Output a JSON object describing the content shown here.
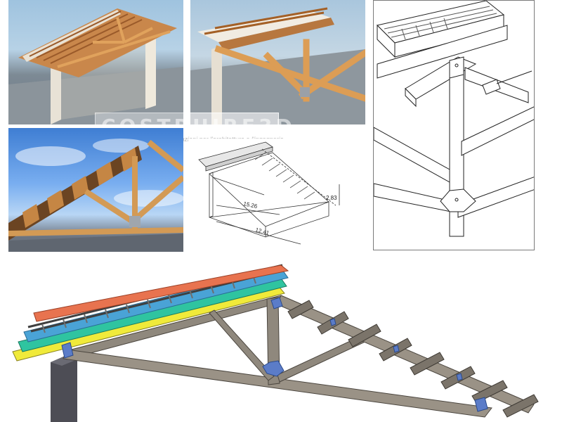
{
  "watermark": {
    "title": "COSTRUIRE3D",
    "subtitle": "soluzioni per l'architettura e l'ingegneria"
  },
  "drawing": {
    "dimension_length": "15.26",
    "dimension_width": "12.41",
    "dimension_height": "2.83"
  },
  "colors": {
    "tile_layer": "#e8734f",
    "batten_layer": "#5a5a5a",
    "board_layer_blue": "#4aa3d6",
    "board_layer_teal": "#2fc4a0",
    "board_layer_yellow": "#f0ea3a",
    "timber_grey": "#8f887d",
    "steel_plate": "#5b7cc8",
    "wood_render": "#d79a52"
  }
}
